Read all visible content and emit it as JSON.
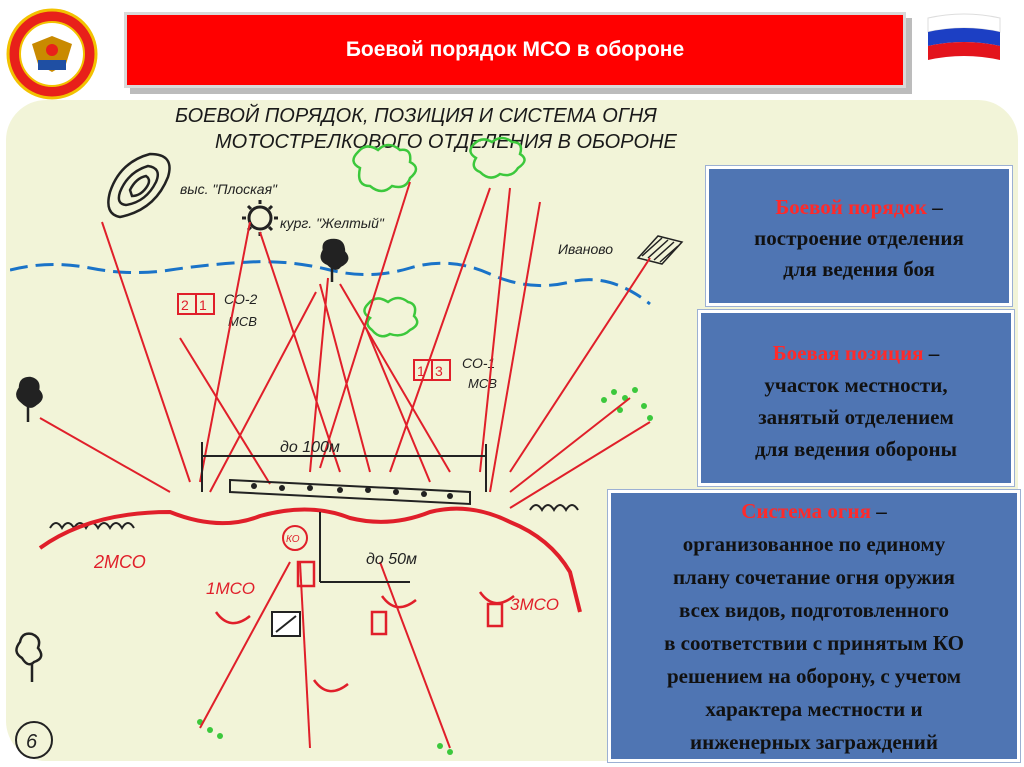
{
  "header": {
    "title": "Боевой порядок МСО в обороне"
  },
  "scheme": {
    "heading_line1": "БОЕВОЙ ПОРЯДОК, ПОЗИЦИЯ И СИСТЕМА ОГНЯ",
    "heading_line2": "МОТОСТРЕЛКОВОГО ОТДЕЛЕНИЯ В ОБОРОНЕ",
    "label_height": "выс. \"Плоская\"",
    "label_kurgan": "кург. \"Желтый\"",
    "label_village": "Иваново",
    "co2_num_a": "2",
    "co2_num_b": "1",
    "co2_label": "СО-2",
    "co2_sub": "МСВ",
    "co1_num_a": "1",
    "co1_num_b": "3",
    "co1_label": "СО-1",
    "co1_sub": "МСВ",
    "distance_100": "до 100м",
    "distance_50": "до 50м",
    "label_ko": "КО",
    "label_2mso": "2МСО",
    "label_1mso": "1МСО",
    "label_3mso": "3МСО",
    "page_number": "6"
  },
  "definitions": {
    "battle_order": {
      "term": "Боевой порядок",
      "lines": [
        "построение отделения",
        "для ведения боя"
      ]
    },
    "battle_position": {
      "term": "Боевая позиция",
      "lines": [
        "участок местности,",
        "занятый отделением",
        "для ведения обороны"
      ]
    },
    "fire_system": {
      "term": "Система огня",
      "lines": [
        "организованное по единому",
        "плану сочетание огня оружия",
        "всех видов, подготовленного",
        "в соответствии с принятым КО",
        "решением на оборону, с учетом",
        "характера местности и",
        "инженерных заграждений"
      ]
    }
  },
  "colors": {
    "title_bar": "#ff0000",
    "definition_box": "#4f75b3",
    "term_text": "#ff2a2a",
    "scheme_red": "#e01f2a",
    "river_blue": "#1a73c8",
    "vegetation_green": "#3cc83c"
  }
}
